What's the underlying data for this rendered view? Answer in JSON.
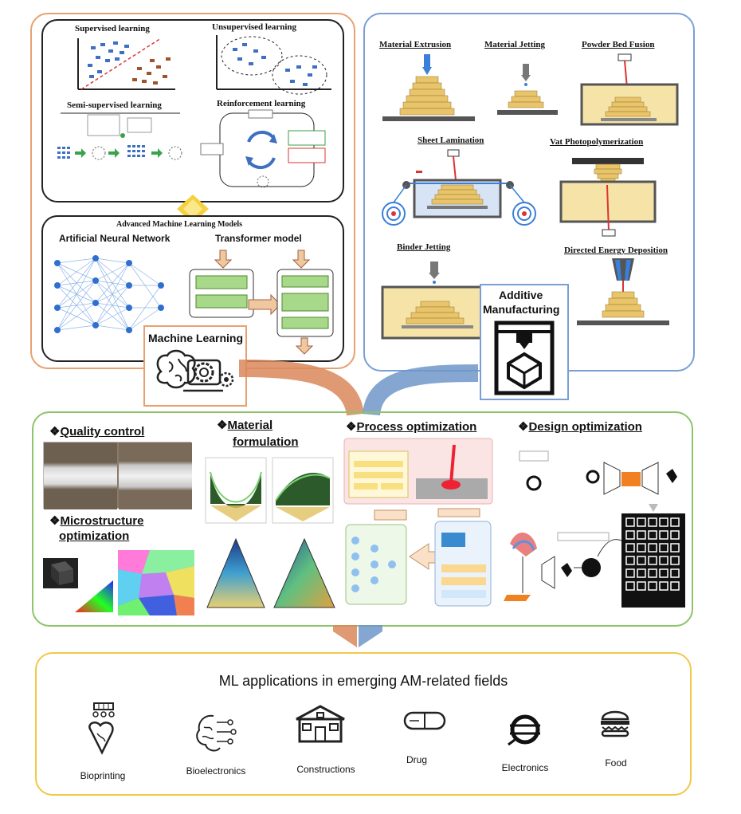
{
  "ml_panel": {
    "learning_types": {
      "supervised": "Supervised learning",
      "unsupervised": "Unsupervised learning",
      "semi_supervised": "Semi-supervised learning",
      "reinforcement": "Reinforcement learning"
    },
    "advanced_title": "Advanced Machine Learning Models",
    "ann": "Artificial Neural Network",
    "transformer": "Transformer model",
    "badge": "Machine Learning"
  },
  "am_panel": {
    "processes": {
      "material_extrusion": "Material Extrusion",
      "material_jetting": "Material Jetting",
      "powder_bed_fusion": "Powder Bed Fusion",
      "sheet_lamination": "Sheet Lamination",
      "vat_photopolymerization": "Vat Photopolymerization",
      "binder_jetting": "Binder Jetting",
      "directed_energy_deposition": "Directed Energy Deposition"
    },
    "badge_line1": "Additive",
    "badge_line2": "Manufacturing"
  },
  "applications": {
    "quality_control": "Quality control",
    "microstructure_line1": "Microstructure",
    "microstructure_line2": "optimization",
    "material_line1": "Material",
    "material_line2": "formulation",
    "process_optimization": "Process optimization",
    "design_optimization": "Design optimization",
    "bullet": "❖"
  },
  "emerging": {
    "title": "ML applications in emerging AM-related fields",
    "fields": [
      "Bioprinting",
      "Bioelectronics",
      "Constructions",
      "Drug",
      "Electronics",
      "Food"
    ]
  },
  "colors": {
    "ml_border": "#e8a070",
    "am_border": "#7a9fd6",
    "app_border": "#8cc46a",
    "emerging_border": "#f0c84a",
    "layer_gold": "#e8c46a",
    "connector_orange": "#d9875a",
    "connector_blue": "#6f96c8",
    "diamond": "#f5d142"
  }
}
